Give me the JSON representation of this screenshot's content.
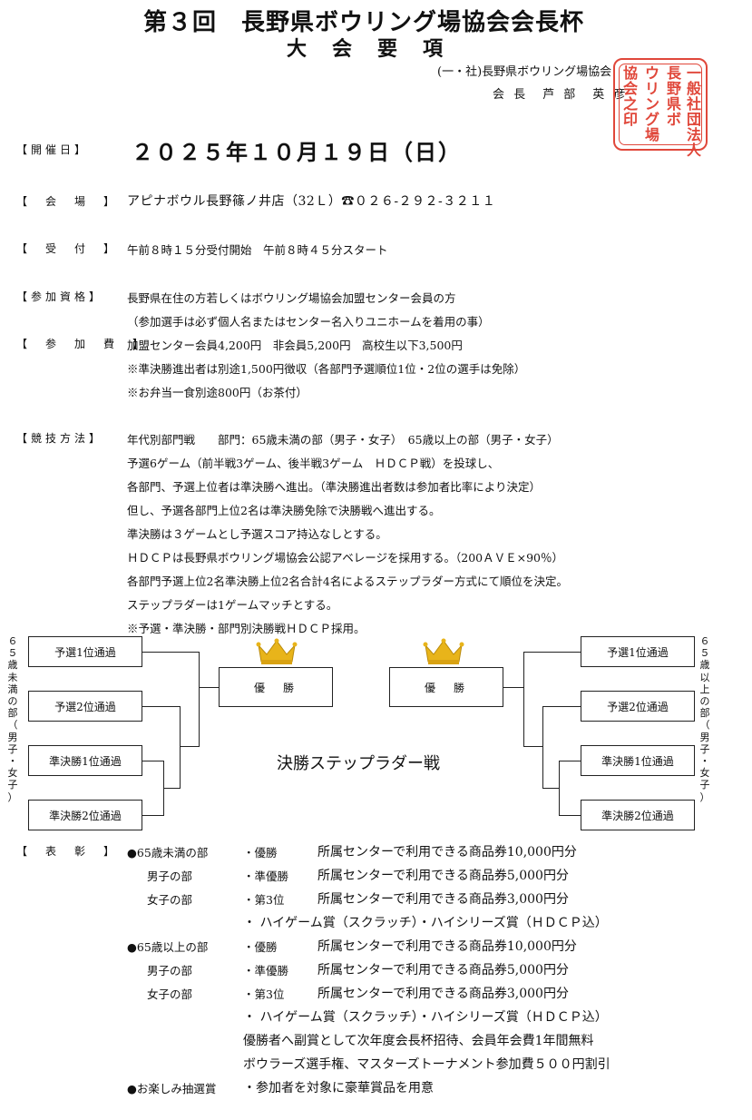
{
  "header": {
    "title": "第３回　長野県ボウリング場協会会長杯",
    "subtitle": "大会要項",
    "organizer": "(一・社)長野県ボウリング場協会",
    "president": "会 長　芦 部　英 彦",
    "seal_text": [
      "一般社団法人",
      "長野県ボ",
      "ウリング場",
      "協会之印"
    ]
  },
  "schedule": {
    "date_label": "【開催日】",
    "date": "２０２５年１０月１９日（日）",
    "venue_label": "【　会　場　】",
    "venue": "アピナボウル長野篠ノ井店（32Ｌ）☎０２６-２９２-３２１１",
    "reception_label": "【　受　付　】",
    "reception": "午前８時１５分受付開始　午前８時４５分スタート"
  },
  "eligibility": {
    "label": "【参加資格】",
    "lines": [
      "長野県在住の方若しくはボウリング場協会加盟センター会員の方",
      "（参加選手は必ず個人名またはセンター名入りユニホームを着用の事）"
    ]
  },
  "fee": {
    "label": "【　参　加　費　】",
    "lines": [
      "加盟センター会員4,200円　非会員5,200円　高校生以下3,500円",
      "※準決勝進出者は別途1,500円徴収（各部門予選順位1位・2位の選手は免除）",
      "※お弁当一食別途800円（お茶付）"
    ]
  },
  "format": {
    "label": "【競技方法】",
    "lines": [
      "年代別部門戦　　部門：65歳未満の部（男子・女子）　65歳以上の部（男子・女子）",
      "予選6ゲーム（前半戦3ゲーム、後半戦3ゲーム　ＨＤＣＰ戦）を投球し、",
      "各部門、予選上位者は準決勝へ進出。（準決勝進出者数は参加者比率により決定）",
      "但し、予選各部門上位2名は準決勝免除で決勝戦へ進出する。",
      "準決勝は３ゲームとし予選スコア持込なしとする。",
      "ＨＤＣＰは長野県ボウリング場協会公認アベレージを採用する。（200ＡＶＥ×90％）",
      "各部門予選上位2名準決勝上位2名合計4名によるステップラダー方式にて順位を決定。",
      "ステップラダーは1ゲームマッチとする。",
      "※予選・準決勝・部門別決勝戦ＨＤＣＰ採用。"
    ]
  },
  "bracket": {
    "left_division": "６５歳未満の部（男子・女子）",
    "right_division": "６５歳以上の部（男子・女子）",
    "entrants": [
      "予選1位通過",
      "予選2位通過",
      "準決勝1位通過",
      "準決勝2位通過"
    ],
    "winner": "優　勝",
    "center_title": "決勝ステップラダー戦"
  },
  "awards": {
    "label": "【　表　彰　】",
    "under65": {
      "head": "●65歳未満の部",
      "sub1": "男子の部",
      "sub2": "女子の部",
      "rows": [
        {
          "place": "・優勝",
          "prize": "所属センターで利用できる商品券10,000円分"
        },
        {
          "place": "・準優勝",
          "prize": "所属センターで利用できる商品券5,000円分"
        },
        {
          "place": "・第3位",
          "prize": "所属センターで利用できる商品券3,000円分"
        }
      ],
      "extra": "・ ハイゲーム賞（スクラッチ）・ハイシリーズ賞（ＨＤＣＰ込）"
    },
    "over65": {
      "head": "●65歳以上の部",
      "sub1": "男子の部",
      "sub2": "女子の部",
      "rows": [
        {
          "place": "・優勝",
          "prize": "所属センターで利用できる商品券10,000円分"
        },
        {
          "place": "・準優勝",
          "prize": "所属センターで利用できる商品券5,000円分"
        },
        {
          "place": "・第3位",
          "prize": "所属センターで利用できる商品券3,000円分"
        }
      ],
      "extra": "・ ハイゲーム賞（スクラッチ）・ハイシリーズ賞（ＨＤＣＰ込）"
    },
    "bonus_lines": [
      "優勝者へ副賞として次年度会長杯招待、会員年会費1年間無料",
      "ボウラーズ選手権、マスターズトーナメント参加費５００円割引"
    ],
    "lottery_head": "●お楽しみ抽選賞",
    "lottery": "・参加者を対象に豪華賞品を用意"
  },
  "colors": {
    "seal": "#e0473a",
    "crown": "#e8b41a",
    "text": "#111111"
  },
  "icons": [
    "crown-icon",
    "phone-icon"
  ]
}
